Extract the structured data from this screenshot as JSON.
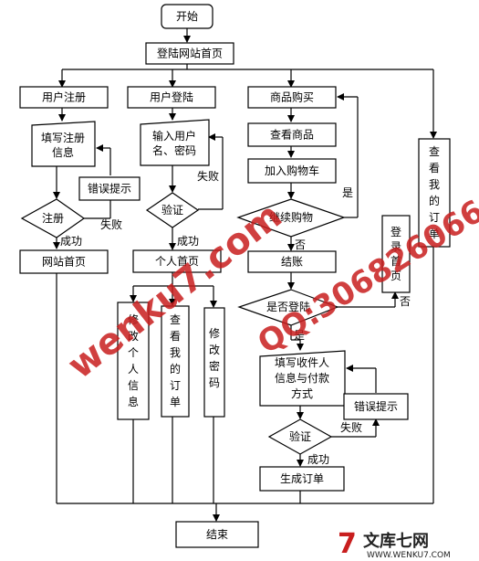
{
  "nodes": {
    "start": "开始",
    "login_home": "登陆网站首页",
    "user_register": "用户注册",
    "user_login": "用户登陆",
    "product_purchase": "商品购买",
    "fill_register": "填写注册\n信息",
    "error_hint_1": "错误提示",
    "register_decision": "注册",
    "site_home": "网站首页",
    "input_credentials": "输入用户\n名、密码",
    "verify_decision_1": "验证",
    "personal_home": "个人首页",
    "view_products": "查看商品",
    "add_to_cart": "加入购物车",
    "continue_shopping": "继续购物",
    "checkout": "结账",
    "logged_in_decision": "是否登陆",
    "login_home_page": "登\n录\n首\n页",
    "fill_recipient": "填写收件人\n信息与付款\n方式",
    "error_hint_2": "错误提示",
    "verify_decision_2": "验证",
    "generate_order": "生成订单",
    "modify_info": "修\n改\n个\n人\n信\n息",
    "view_my_orders_1": "查\n看\n我\n的\n订\n单",
    "modify_password": "修\n改\n密\n码",
    "view_my_orders_2": "查\n看\n我\n的\n订\n单",
    "end": "结束"
  },
  "edge_labels": {
    "fail_1": "失败",
    "success_1": "成功",
    "fail_2": "失败",
    "success_2": "成功",
    "yes_1": "是",
    "no_1": "否",
    "no_2": "否",
    "yes_2": "是",
    "fail_3": "失败",
    "success_3": "成功"
  },
  "watermarks": {
    "left": "wenku7.com",
    "right": "QQ:306826066"
  },
  "logo": {
    "mark": "7",
    "name": "文库七网",
    "url": "WWW.WENKU7.COM"
  },
  "colors": {
    "watermark": "#c81e1e",
    "line": "#000000"
  }
}
